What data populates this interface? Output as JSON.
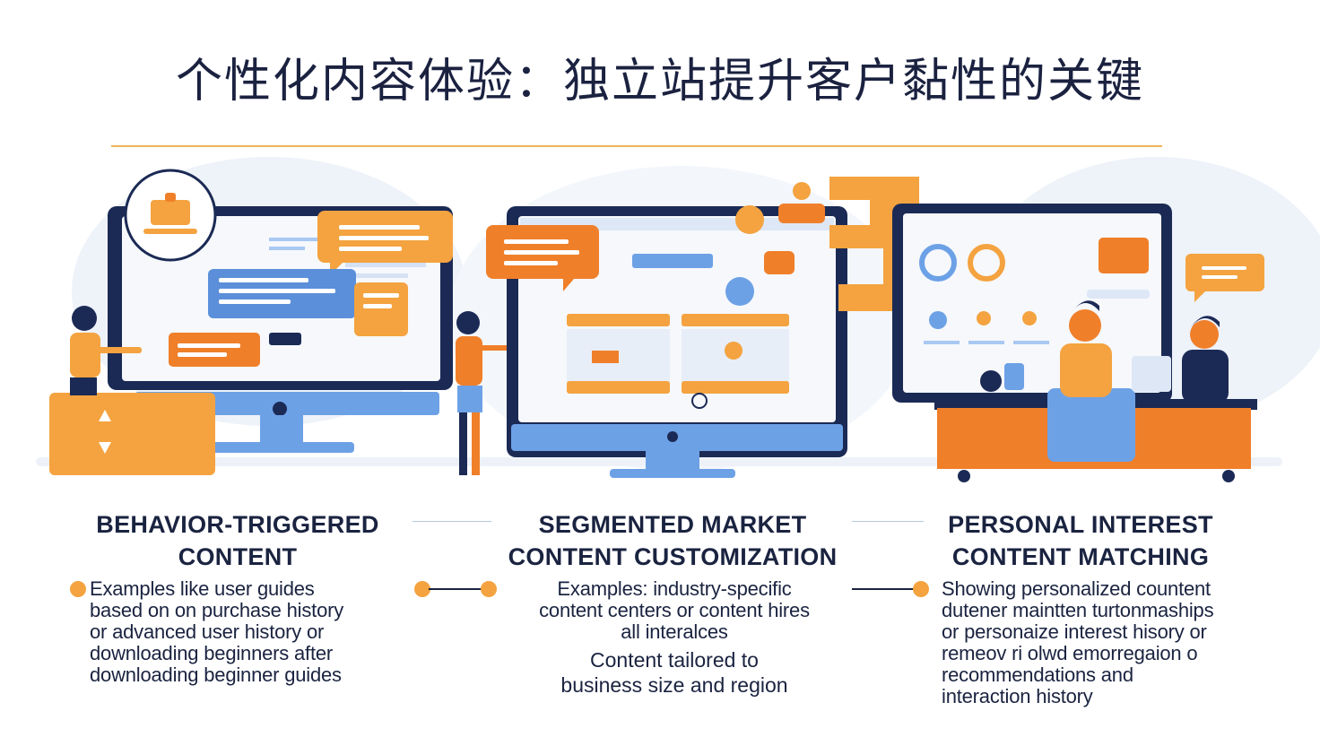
{
  "page": {
    "title": "个性化内容体验：独立站提升客户黏性的关键"
  },
  "colors": {
    "navy": "#1b2a55",
    "orange": "#f4a340",
    "deep_orange": "#f07f2a",
    "blue": "#6da1e6",
    "light_blue": "#a9c8f2",
    "rule": "#f0b35a"
  },
  "illustration": {
    "icons": [
      "monitor-icon",
      "chat-bubble-icon",
      "person-icon",
      "puzzle-piece-icon",
      "trophy-icon",
      "chart-icon"
    ]
  },
  "columns": [
    {
      "heading": [
        "BEHAVIOR-TRIGGERED",
        "CONTENT"
      ],
      "lines": [
        "Examples like user guides",
        "based on on purchase history",
        "or advanced user history or",
        "downloading beginners after",
        "downloading beginner guides"
      ]
    },
    {
      "heading": [
        "SEGMENTED MARKET",
        "CONTENT CUSTOMIZATION"
      ],
      "lines": [
        "Examples: industry-specific",
        "content centers or content hires",
        "all interalces"
      ],
      "sub": [
        "Content tailored to",
        "business size and region"
      ]
    },
    {
      "heading": [
        "PERSONAL INTEREST",
        "CONTENT MATCHING"
      ],
      "lines": [
        "Showing personalized countent",
        "dutener maintten turtonmaships",
        "or personaize interest hisory or",
        "remeov ri olwd emorregaion o",
        "recommendations and",
        "interaction history"
      ]
    }
  ]
}
